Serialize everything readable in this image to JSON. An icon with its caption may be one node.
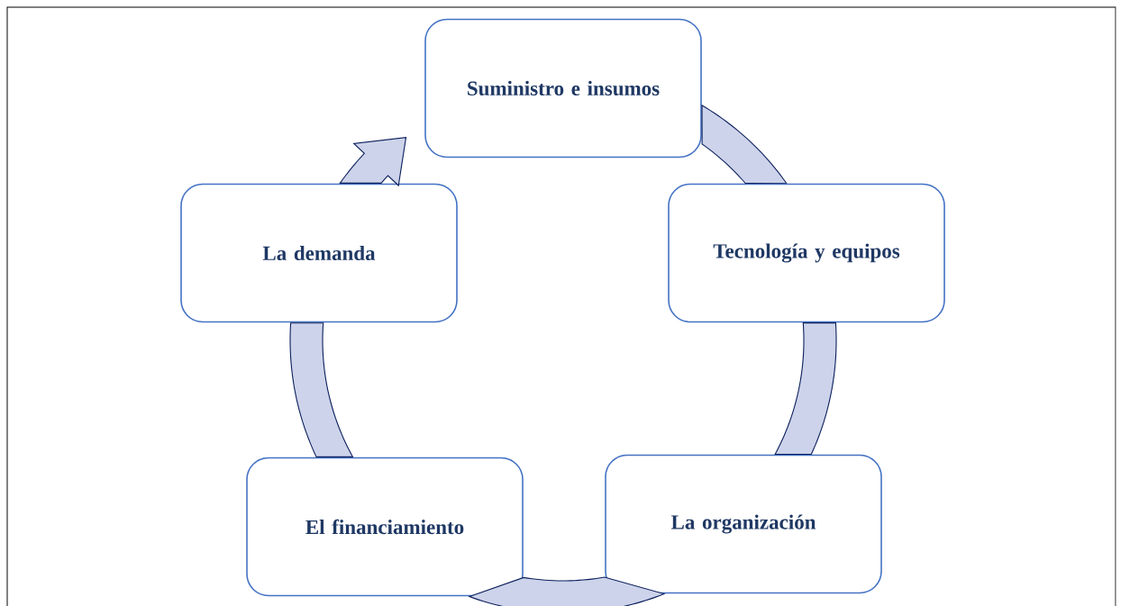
{
  "diagram": {
    "nodes": [
      {
        "text": [
          "Suministro e insumos"
        ]
      },
      {
        "text": [
          "Tecnología y equipos"
        ]
      },
      {
        "text": [
          "La organización"
        ]
      },
      {
        "text": [
          "El financiamiento"
        ]
      },
      {
        "text": [
          "La demanda"
        ]
      }
    ],
    "edges": [
      {
        "from": 0,
        "to": 1,
        "arrow": "none"
      },
      {
        "from": 1,
        "to": 2,
        "arrow": "none"
      },
      {
        "from": 2,
        "to": 3,
        "arrow": "none"
      },
      {
        "from": 3,
        "to": 4,
        "arrow": "none"
      },
      {
        "from": 4,
        "to": 0,
        "arrow": "to"
      }
    ]
  }
}
